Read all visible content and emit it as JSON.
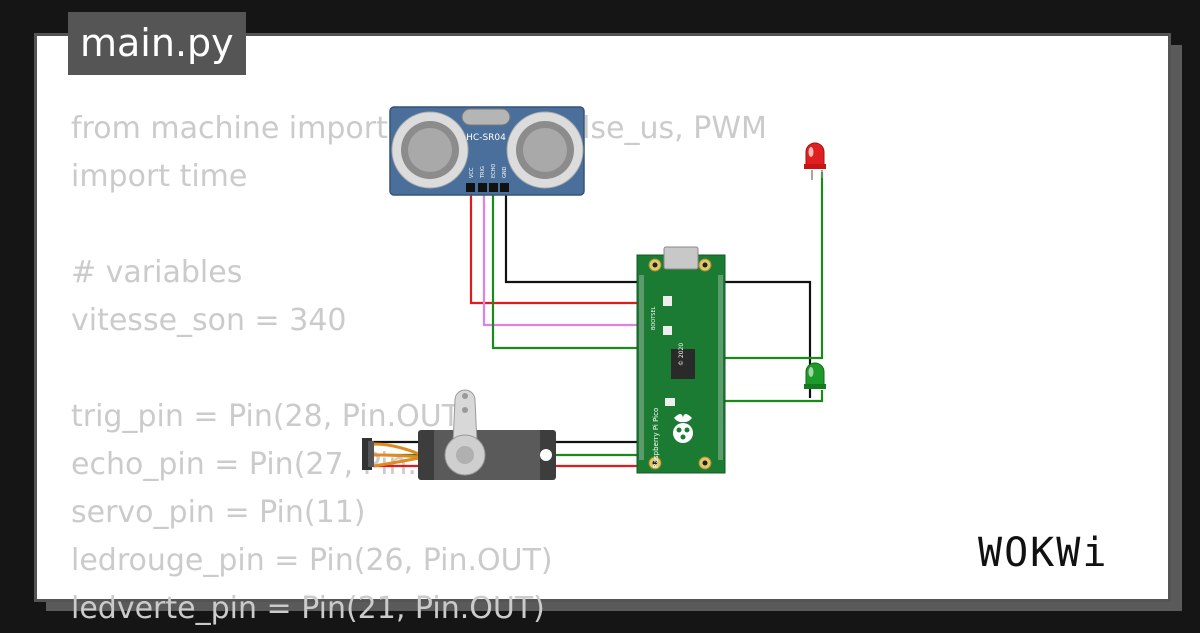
{
  "filename": "main.py",
  "code_lines": [
    "from machine import Pin, time_pulse_us, PWM",
    "import time",
    "",
    "# variables",
    "vitesse_son = 340",
    "",
    "trig_pin = Pin(28, Pin.OUT)",
    "echo_pin = Pin(27, Pin.IN)",
    "servo_pin = Pin(11)",
    "ledrouge_pin = Pin(26, Pin.OUT)",
    "ledverte_pin = Pin(21, Pin.OUT)"
  ],
  "sensor": {
    "label": "HC-SR04",
    "pins": [
      "VCC",
      "TRIG",
      "ECHO",
      "GND"
    ]
  },
  "board": {
    "label": "Raspberry Pi Pico",
    "year": "© 2020",
    "bootsel": "BOOTSEL"
  },
  "logo": "WOKWi",
  "colors": {
    "wire_red": "#e01b1b",
    "wire_pink": "#e080e8",
    "wire_green": "#1a8a1a",
    "wire_black": "#111111",
    "board_green": "#1c7b33",
    "sensor_blue": "#4a6f9b",
    "led_red": "#e02020",
    "led_green": "#1e9a2a"
  },
  "icons": [
    "raspberry-pi-logo-icon",
    "usb-port-icon",
    "ultrasonic-transducer-icon"
  ]
}
